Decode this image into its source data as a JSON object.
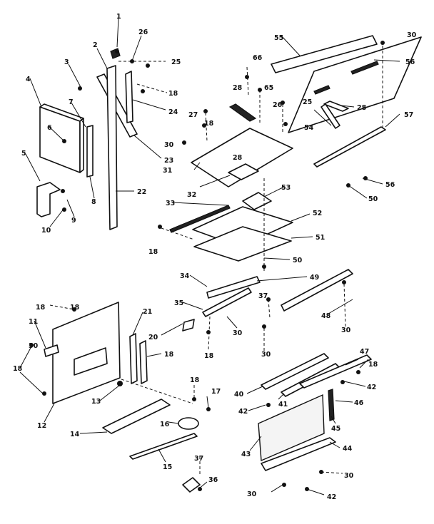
{
  "diagram": {
    "type": "exploded-parts-view",
    "callouts": [
      {
        "id": "c1",
        "label": "1"
      },
      {
        "id": "c2",
        "label": "2"
      },
      {
        "id": "c3",
        "label": "3"
      },
      {
        "id": "c4",
        "label": "4"
      },
      {
        "id": "c5",
        "label": "5"
      },
      {
        "id": "c6",
        "label": "6"
      },
      {
        "id": "c7",
        "label": "7"
      },
      {
        "id": "c8",
        "label": "8"
      },
      {
        "id": "c9",
        "label": "9"
      },
      {
        "id": "c10",
        "label": "10"
      },
      {
        "id": "c11",
        "label": "11"
      },
      {
        "id": "c12",
        "label": "12"
      },
      {
        "id": "c13",
        "label": "13"
      },
      {
        "id": "c14",
        "label": "14"
      },
      {
        "id": "c15",
        "label": "15"
      },
      {
        "id": "c16",
        "label": "16"
      },
      {
        "id": "c17",
        "label": "17"
      },
      {
        "id": "c18a",
        "label": "18"
      },
      {
        "id": "c18b",
        "label": "18"
      },
      {
        "id": "c18c",
        "label": "18"
      },
      {
        "id": "c18d",
        "label": "18"
      },
      {
        "id": "c18e",
        "label": "18"
      },
      {
        "id": "c18f",
        "label": "18"
      },
      {
        "id": "c18g",
        "label": "18"
      },
      {
        "id": "c18h",
        "label": "18"
      },
      {
        "id": "c18i",
        "label": "18"
      },
      {
        "id": "c18j",
        "label": "18"
      },
      {
        "id": "c20",
        "label": "20"
      },
      {
        "id": "c21",
        "label": "21"
      },
      {
        "id": "c22",
        "label": "22"
      },
      {
        "id": "c23",
        "label": "23"
      },
      {
        "id": "c24",
        "label": "24"
      },
      {
        "id": "c25a",
        "label": "25"
      },
      {
        "id": "c25b",
        "label": "25"
      },
      {
        "id": "c26a",
        "label": "26"
      },
      {
        "id": "c26b",
        "label": "26"
      },
      {
        "id": "c27",
        "label": "27"
      },
      {
        "id": "c28a",
        "label": "28"
      },
      {
        "id": "c28b",
        "label": "28"
      },
      {
        "id": "c28c",
        "label": "28"
      },
      {
        "id": "c30a",
        "label": "30"
      },
      {
        "id": "c30b",
        "label": "30"
      },
      {
        "id": "c30c",
        "label": "30"
      },
      {
        "id": "c30d",
        "label": "30"
      },
      {
        "id": "c30e",
        "label": "30"
      },
      {
        "id": "c30f",
        "label": "30"
      },
      {
        "id": "c30g",
        "label": "30"
      },
      {
        "id": "c30h",
        "label": "30"
      },
      {
        "id": "c31",
        "label": "31"
      },
      {
        "id": "c32",
        "label": "32"
      },
      {
        "id": "c33",
        "label": "33"
      },
      {
        "id": "c34",
        "label": "34"
      },
      {
        "id": "c35",
        "label": "35"
      },
      {
        "id": "c36",
        "label": "36"
      },
      {
        "id": "c37a",
        "label": "37"
      },
      {
        "id": "c37b",
        "label": "37"
      },
      {
        "id": "c40",
        "label": "40"
      },
      {
        "id": "c41",
        "label": "41"
      },
      {
        "id": "c42a",
        "label": "42"
      },
      {
        "id": "c42b",
        "label": "42"
      },
      {
        "id": "c42c",
        "label": "42"
      },
      {
        "id": "c43",
        "label": "43"
      },
      {
        "id": "c44",
        "label": "44"
      },
      {
        "id": "c45",
        "label": "45"
      },
      {
        "id": "c46",
        "label": "46"
      },
      {
        "id": "c47",
        "label": "47"
      },
      {
        "id": "c48",
        "label": "48"
      },
      {
        "id": "c49",
        "label": "49"
      },
      {
        "id": "c50a",
        "label": "50"
      },
      {
        "id": "c50b",
        "label": "50"
      },
      {
        "id": "c51",
        "label": "51"
      },
      {
        "id": "c52",
        "label": "52"
      },
      {
        "id": "c53",
        "label": "53"
      },
      {
        "id": "c54",
        "label": "54"
      },
      {
        "id": "c55",
        "label": "55"
      },
      {
        "id": "c56a",
        "label": "56"
      },
      {
        "id": "c56b",
        "label": "56"
      },
      {
        "id": "c57",
        "label": "57"
      },
      {
        "id": "c65",
        "label": "65"
      },
      {
        "id": "c66",
        "label": "66"
      }
    ]
  }
}
